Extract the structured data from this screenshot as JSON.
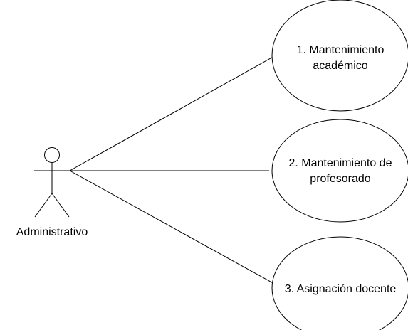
{
  "diagram": {
    "actor": {
      "label": "Administrativo"
    },
    "use_cases": [
      {
        "line1": "1. Mantenimiento",
        "line2": "académico"
      },
      {
        "line1": "2. Mantenimiento de",
        "line2": "profesorado"
      },
      {
        "line1": "3. Asignación docente",
        "line2": ""
      }
    ]
  }
}
